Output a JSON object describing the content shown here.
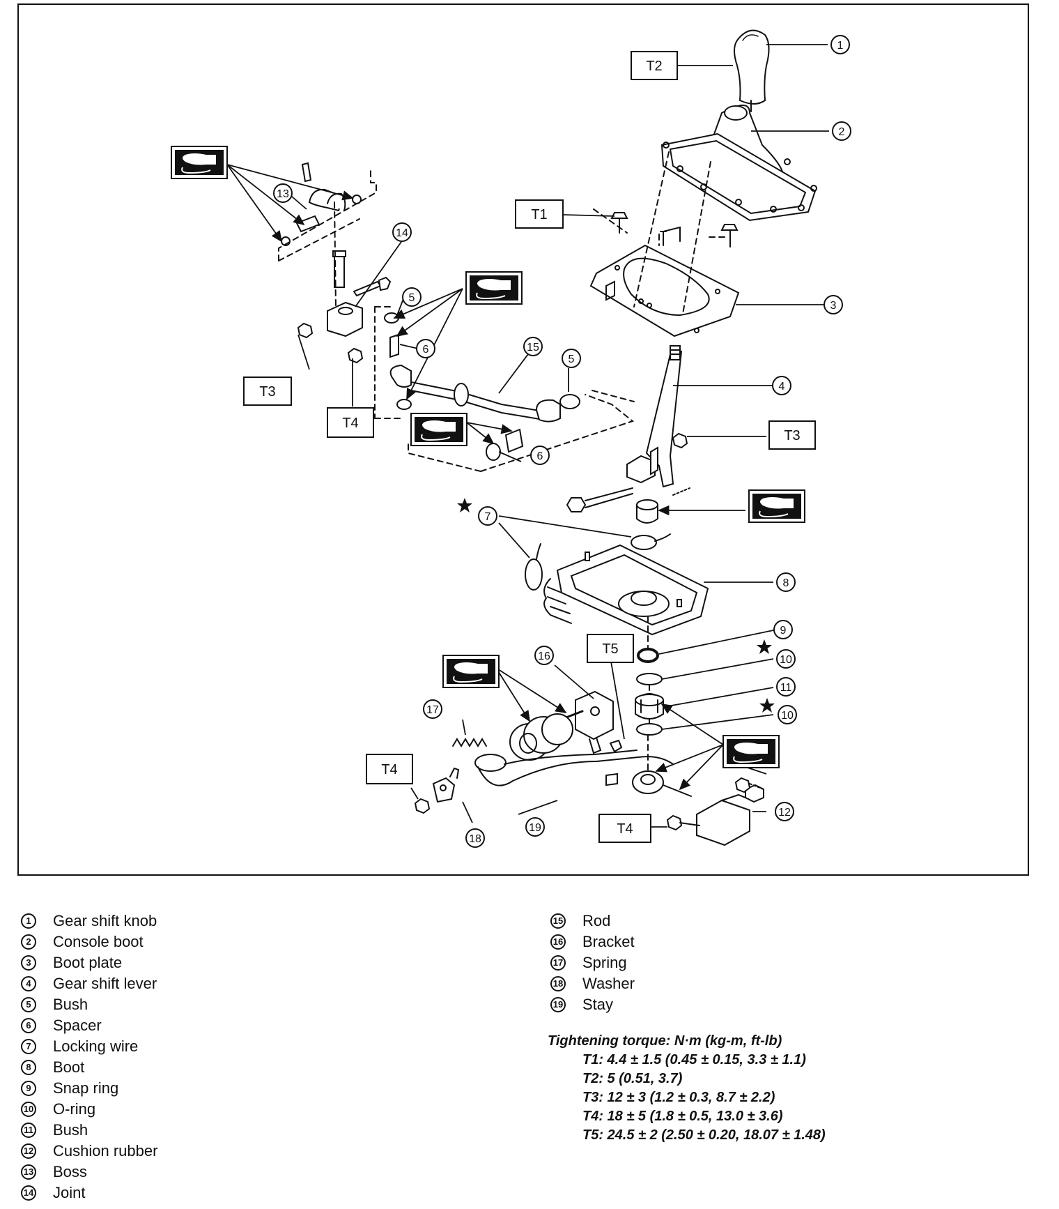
{
  "callouts": {
    "c1": "1",
    "c2": "2",
    "c3": "3",
    "c4": "4",
    "c5a": "5",
    "c5b": "5",
    "c6a": "6",
    "c6b": "6",
    "c7": "7",
    "c8": "8",
    "c9": "9",
    "c10a": "10",
    "c10b": "10",
    "c11": "11",
    "c12": "12",
    "c13": "13",
    "c14": "14",
    "c15": "15",
    "c16": "16",
    "c17": "17",
    "c18": "18",
    "c19": "19"
  },
  "torque_labels": {
    "t2": "T2",
    "t1": "T1",
    "t3_left": "T3",
    "t3_right": "T3",
    "t4_left": "T4",
    "t4_bottom_left": "T4",
    "t4_bottom_right": "T4",
    "t5": "T5"
  },
  "legend_left": [
    {
      "num": "1",
      "label": "Gear shift knob"
    },
    {
      "num": "2",
      "label": "Console boot"
    },
    {
      "num": "3",
      "label": "Boot plate"
    },
    {
      "num": "4",
      "label": "Gear shift lever"
    },
    {
      "num": "5",
      "label": "Bush"
    },
    {
      "num": "6",
      "label": "Spacer"
    },
    {
      "num": "7",
      "label": "Locking wire"
    },
    {
      "num": "8",
      "label": "Boot"
    },
    {
      "num": "9",
      "label": "Snap ring"
    },
    {
      "num": "10",
      "label": "O-ring"
    },
    {
      "num": "11",
      "label": "Bush"
    },
    {
      "num": "12",
      "label": "Cushion rubber"
    },
    {
      "num": "13",
      "label": "Boss"
    },
    {
      "num": "14",
      "label": "Joint"
    }
  ],
  "legend_right": [
    {
      "num": "15",
      "label": "Rod"
    },
    {
      "num": "16",
      "label": "Bracket"
    },
    {
      "num": "17",
      "label": "Spring"
    },
    {
      "num": "18",
      "label": "Washer"
    },
    {
      "num": "19",
      "label": "Stay"
    }
  ],
  "torque": {
    "heading": "Tightening torque: N·m (kg-m, ft-lb)",
    "lines": [
      "T1: 4.4 ± 1.5 (0.45 ± 0.15, 3.3 ± 1.1)",
      "T2: 5 (0.51, 3.7)",
      "T3: 12 ± 3 (1.2 ± 0.3, 8.7 ± 2.2)",
      "T4: 18 ± 5 (1.8 ± 0.5, 13.0 ± 3.6)",
      "T5: 24.5 ± 2 (2.50 ± 0.20, 18.07 ± 1.48)"
    ]
  }
}
